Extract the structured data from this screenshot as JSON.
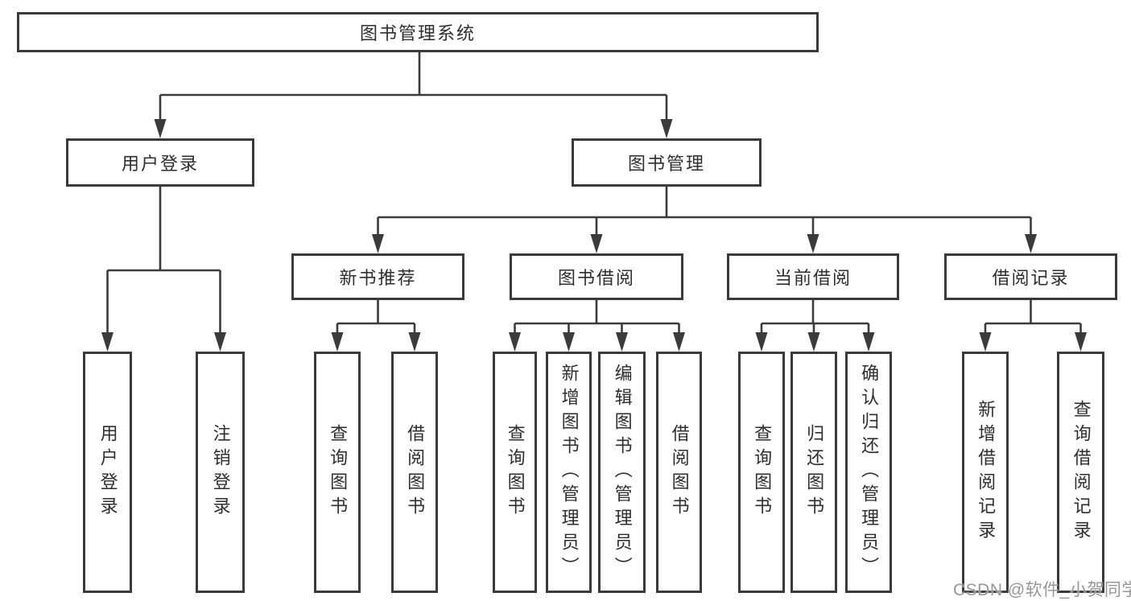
{
  "diagram": {
    "root": {
      "label": "图书管理系统"
    },
    "branches": [
      {
        "label": "用户登录",
        "children": [
          {
            "label": "用户登录"
          },
          {
            "label": "注销登录"
          }
        ]
      },
      {
        "label": "图书管理",
        "children": [
          {
            "label": "新书推荐",
            "children": [
              {
                "label": "查询图书"
              },
              {
                "label": "借阅图书"
              }
            ]
          },
          {
            "label": "图书借阅",
            "children": [
              {
                "label": "查询图书"
              },
              {
                "label": "新增图书（管理员）"
              },
              {
                "label": "编辑图书（管理员）"
              },
              {
                "label": "借阅图书"
              }
            ]
          },
          {
            "label": "当前借阅",
            "children": [
              {
                "label": "查询图书"
              },
              {
                "label": "归还图书"
              },
              {
                "label": "确认归还（管理员）"
              }
            ]
          },
          {
            "label": "借阅记录",
            "children": [
              {
                "label": "新增借阅记录"
              },
              {
                "label": "查询借阅记录"
              }
            ]
          }
        ]
      }
    ]
  },
  "watermark": {
    "text": "CSDN @软件_小贺同学"
  },
  "colors": {
    "line": "#3b3b3b",
    "box_border": "#3a3a3a",
    "text": "#2e2e2e",
    "watermark": "#979797",
    "background": "#ffffff"
  }
}
